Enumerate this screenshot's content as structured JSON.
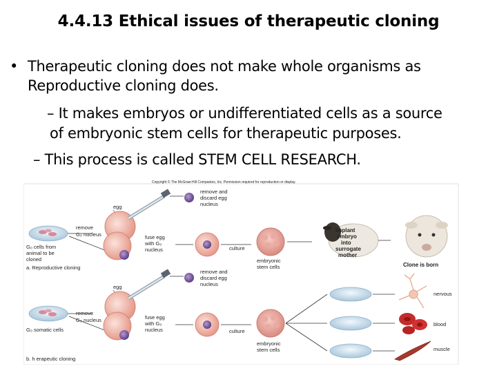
{
  "title": "4.4.13 Ethical issues of therapeutic cloning",
  "bullet_main_line1": "Therapeutic cloning does not make whole organisms as",
  "bullet_main_line2": "Reproductive cloning does.",
  "sub1_line1": "–  It makes embryos or undifferentiated cells as a source",
  "sub1_line2": "of embryonic stem cells for therapeutic purposes.",
  "sub2": "– This process is called STEM CELL RESEARCH.",
  "figure": {
    "copyright": "Copyright © The McGraw-Hill Companies, Inc. Permission required for reproduction or display.",
    "remove_discard_1": "remove and",
    "remove_discard_2": "discard egg",
    "remove_discard_3": "nucleus",
    "egg": "egg",
    "remove_g0_1": "remove",
    "remove_g0_2": "G₀ nucleus",
    "fuse_1": "fuse egg",
    "fuse_2": "with G₀",
    "fuse_3": "nucleus",
    "g0_cells_1": "G₀ cells from",
    "g0_cells_2": "animal to be",
    "g0_cells_3": "cloned",
    "culture": "culture",
    "embryonic_1": "embryonic",
    "embryonic_2": "stem cells",
    "implant_1": "Implant",
    "implant_2": "embryo",
    "implant_3": "into",
    "implant_4": "surrogate",
    "implant_5": "mother",
    "clone_born": "Clone is born",
    "repro_caption": "a. Reproductive cloning",
    "g0_somatic": "G₀ somatic cells",
    "nervous": "nervous",
    "blood": "blood",
    "muscle": "muscle",
    "thera_caption": "b. h erapeutic cloning"
  }
}
